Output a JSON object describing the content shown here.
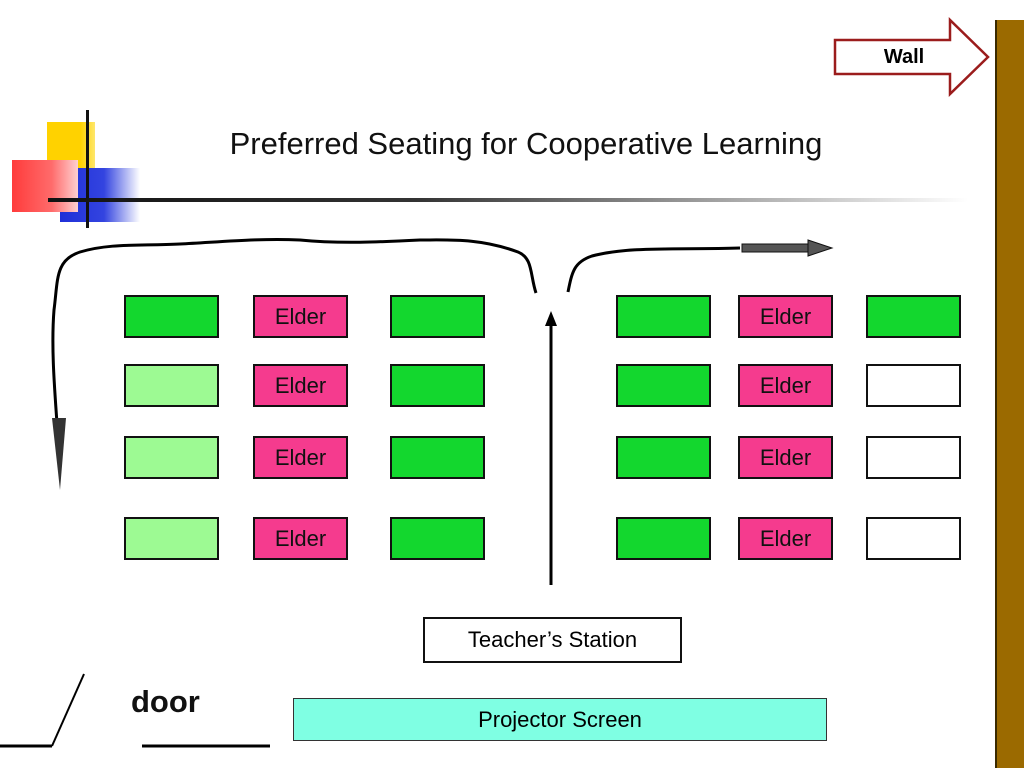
{
  "title": "Preferred Seating for Cooperative Learning",
  "wall_label": "Wall",
  "teacher_label": "Teacher’s Station",
  "projector_label": "Projector Screen",
  "door_label": "door",
  "elder_label": "Elder",
  "colors": {
    "desk_dark_green": "#13d72e",
    "desk_light_green": "#9dfa93",
    "desk_empty": "#ffffff",
    "elder_desk": "#f53b8e",
    "projector": "#7fffe3",
    "wall": "#9b6a00",
    "wall_arrow_border": "#9b1c1c"
  },
  "left_section": {
    "rows": [
      [
        "dark",
        "elder",
        "dark"
      ],
      [
        "light",
        "elder",
        "dark"
      ],
      [
        "light",
        "elder",
        "dark"
      ],
      [
        "light",
        "elder",
        "dark"
      ]
    ]
  },
  "right_section": {
    "rows": [
      [
        "dark",
        "elder",
        "dark"
      ],
      [
        "dark",
        "elder",
        "empty"
      ],
      [
        "dark",
        "elder",
        "empty"
      ],
      [
        "dark",
        "elder",
        "empty"
      ]
    ]
  }
}
